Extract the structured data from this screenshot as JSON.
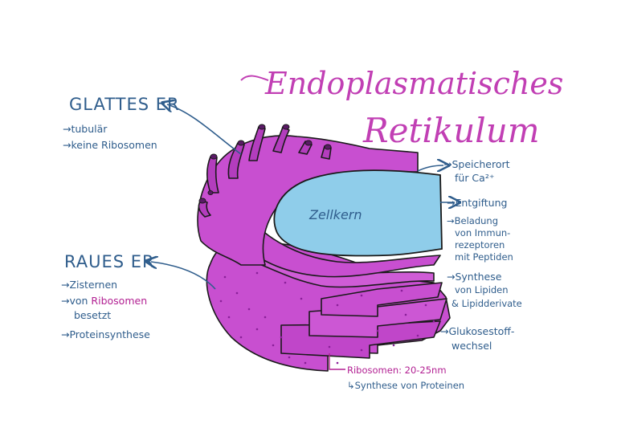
{
  "title": {
    "line1": "Endoplasmatisches",
    "line2": "Retikulum"
  },
  "nucleus": {
    "label": "Zellkern"
  },
  "left": {
    "glattes": {
      "heading": "GLATTES ER",
      "items": [
        "→tubulär",
        "→keine Ribosomen"
      ]
    },
    "raues": {
      "heading": "RAUES ER",
      "item1": "→Zisternen",
      "item2_pre": "→von ",
      "item2_hl": "Ribosomen",
      "item2_post": "besetzt",
      "item3": "→Proteinsynthese"
    }
  },
  "right": {
    "speicher": {
      "line1": "→Speicherort",
      "line2": "für Ca²⁺"
    },
    "entgiftung": "→Entgiftung",
    "beladung": [
      "→Beladung",
      "von Immun-",
      "rezeptoren",
      "mit Peptiden"
    ],
    "synthese": [
      "→Synthese",
      "von Lipiden",
      "& Lipidderivate"
    ],
    "glukose": [
      "→Glukosestoff-",
      "wechsel"
    ]
  },
  "bottom": {
    "line1": "Ribosomen: 20-25nm",
    "line2": "↳Synthese von Proteinen"
  },
  "colors": {
    "er_fill": "#c84fd0",
    "er_dark": "#a02fad",
    "nucleus": "#8fcdea",
    "text": "#2f5d8c",
    "title": "#c13fb4",
    "highlight": "#b21f92"
  }
}
